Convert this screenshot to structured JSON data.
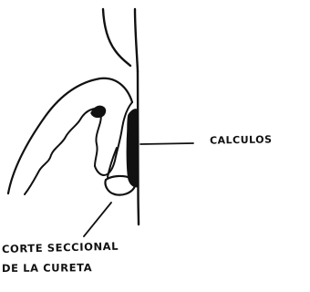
{
  "diagram": {
    "labels": {
      "calculus": "CALCULOS",
      "caption_line_1": "CORTE SECCIONAL",
      "caption_line_2": "DE LA CURETA"
    },
    "colors": {
      "ink": "#111111",
      "background": "#ffffff"
    }
  }
}
